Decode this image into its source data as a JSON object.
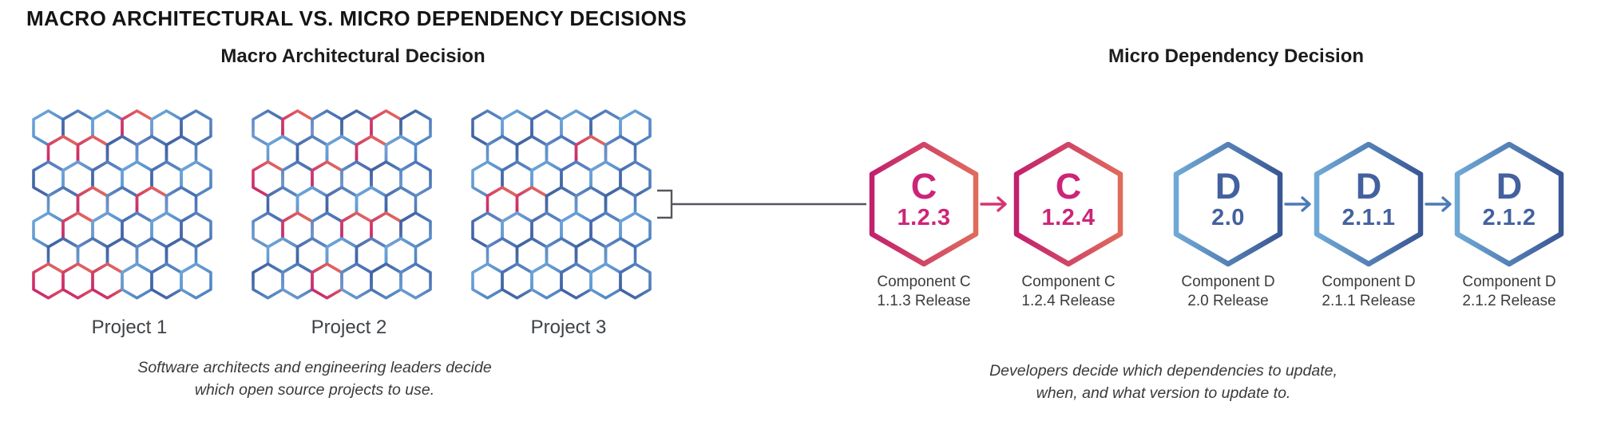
{
  "title": "MACRO ARCHITECTURAL VS. MICRO DEPENDENCY DECISIONS",
  "macro": {
    "heading": "Macro Architectural Decision",
    "projects": [
      {
        "label": "Project 1",
        "rows": [
          "BBBPBB",
          "PPBBB",
          "BBBBBB",
          "BPBPB",
          "BPBBBB",
          "BBBBB",
          "PPPBBB"
        ]
      },
      {
        "label": "Project 2",
        "rows": [
          "BPBBPB",
          "BBBPB",
          "PBPBBB",
          "BBBBB",
          "BPBPPB",
          "BBBBB",
          "BBPBBB"
        ]
      },
      {
        "label": "Project 3",
        "rows": [
          "BBBBBB",
          "BBBPB",
          "BBBBBB",
          "PPBBB",
          "BBBBBB",
          "BBBBB",
          "BBBBBB"
        ]
      }
    ],
    "caption": [
      "Software architects and engineering leaders decide",
      "which open source projects to use."
    ]
  },
  "micro": {
    "heading": "Micro Dependency Decision",
    "chains": [
      {
        "theme": "pink",
        "nodes": [
          {
            "letter": "C",
            "version": "1.2.3",
            "label": [
              "Component C",
              "1.1.3 Release"
            ]
          },
          {
            "letter": "C",
            "version": "1.2.4",
            "label": [
              "Component C",
              "1.2.4 Release"
            ]
          }
        ]
      },
      {
        "theme": "blue",
        "nodes": [
          {
            "letter": "D",
            "version": "2.0",
            "label": [
              "Component D",
              "2.0 Release"
            ]
          },
          {
            "letter": "D",
            "version": "2.1.1",
            "label": [
              "Component D",
              "2.1.1 Release"
            ]
          },
          {
            "letter": "D",
            "version": "2.1.2",
            "label": [
              "Component D",
              "2.1.2 Release"
            ]
          }
        ]
      }
    ],
    "caption": [
      "Developers decide which dependencies to update,",
      "when, and what version to update to."
    ]
  },
  "colors": {
    "pink_grad": [
      "#C2216E",
      "#E06B5C"
    ],
    "blue_grad": [
      "#6FA9D6",
      "#3A5795"
    ],
    "pink_text": "#CC2578",
    "blue_text": "#44619F",
    "pink_arrow": "#D63471",
    "blue_arrow": "#4C7AB8",
    "grid_pink": [
      "#C81E6E",
      "#E8705A"
    ],
    "grid_blues": [
      [
        "#6FA9DC",
        "#4C7EC0"
      ],
      [
        "#446AB0",
        "#6FA0D4"
      ],
      [
        "#3E5C9E",
        "#5C8CC8"
      ],
      [
        "#5E93CE",
        "#3D5C9C"
      ]
    ],
    "connector": "#54575C"
  }
}
